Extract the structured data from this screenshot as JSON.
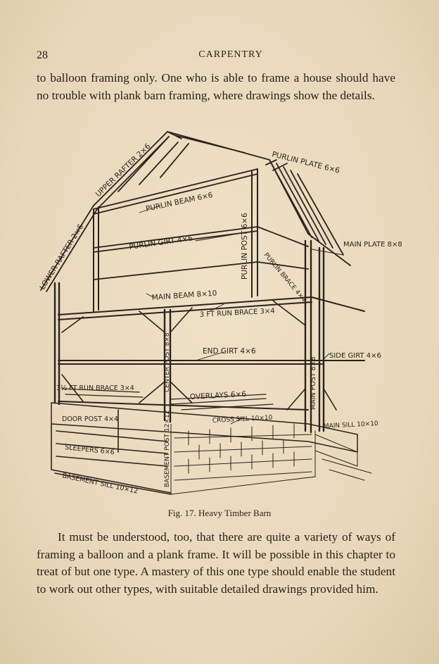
{
  "header": {
    "page_number": "28",
    "running_head": "CARPENTRY"
  },
  "paragraphs": [
    "to balloon framing only. One who is able to frame a house should have no trouble with plank barn framing, where drawings show the details.",
    "It must be understood, too, that there are quite a variety of ways of framing a balloon and a plank frame. It will be possible in this chapter to treat of but one type. A mastery of this one type should enable the student to work out other types, with suitable detailed drawings provided him."
  ],
  "figure": {
    "caption": "Fig. 17. Heavy Timber Barn",
    "labels": {
      "upper_rafter": "UPPER RAFTER 2×6",
      "lower_rafter": "LOWER RAFTER 2×6",
      "purlin_plate": "PURLIN PLATE 6×6",
      "purlin_beam": "PURLIN BEAM 6×6",
      "purlin_girt": "PURLIN GIRT 4×6",
      "purlin_post": "PURLIN POST 6×6",
      "purlin_brace": "PURLIN BRACE 4×4",
      "main_plate": "MAIN PLATE 8×8",
      "main_beam": "MAIN BEAM 8×10",
      "run_brace_3": "3 FT RUN BRACE 3×4",
      "end_girt": "END GIRT 4×6",
      "side_girt": "SIDE GIRT 4×6",
      "run_brace_3_5": "3½ FT RUN BRACE 3×4",
      "overlays": "OVERLAYS 6×6",
      "main_post": "MAIN POST 8×8",
      "center_post": "CENTER POST 8×8",
      "door_post": "DOOR POST 4×4",
      "cross_sill": "CROSS SILL 10×10",
      "main_sill": "MAIN SILL 10×10",
      "sleepers": "SLEEPERS 6×6",
      "basement_post": "BASEMENT POST 12×12",
      "basement_sill": "BASEMENT SILL 10×12"
    }
  }
}
